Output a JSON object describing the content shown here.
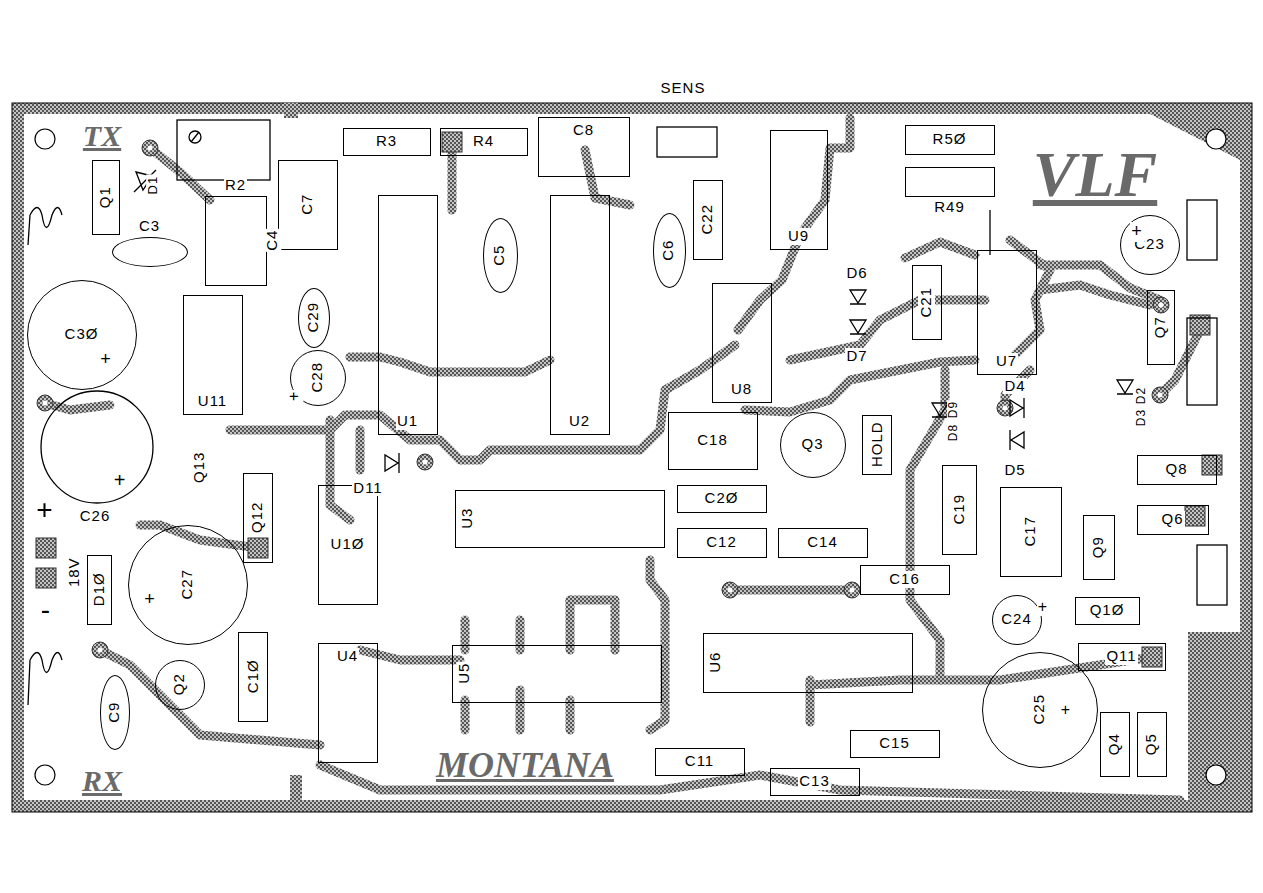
{
  "diagram": {
    "nodes": [
      {
        "text": [
          "Q1"
        ]
      },
      {
        "text": [
          "C3"
        ]
      },
      {
        "text": [
          "R2"
        ]
      },
      {
        "text": [
          "C7"
        ]
      },
      {
        "text": [
          "R3"
        ]
      },
      {
        "text": [
          "R4"
        ]
      },
      {
        "text": [
          "C8"
        ]
      },
      {
        "text": [
          "C22"
        ]
      },
      {
        "text": [
          "U9"
        ]
      },
      {
        "text": [
          "R5Ø"
        ]
      },
      {
        "text": [
          "R49"
        ]
      },
      {
        "text": [
          "C23"
        ]
      },
      {
        "text": [
          "C3Ø"
        ]
      },
      {
        "text": [
          "U11"
        ]
      },
      {
        "text": [
          "C29"
        ]
      },
      {
        "text": [
          "C28"
        ]
      },
      {
        "text": [
          "U1"
        ]
      },
      {
        "text": [
          "C5"
        ]
      },
      {
        "text": [
          "U2"
        ]
      },
      {
        "text": [
          "C6"
        ]
      },
      {
        "text": [
          "U8"
        ]
      },
      {
        "text": [
          "C21"
        ]
      },
      {
        "text": [
          "U7"
        ]
      },
      {
        "text": [
          "Q7"
        ]
      },
      {
        "text": [
          "C18"
        ]
      },
      {
        "text": [
          "Q3"
        ]
      },
      {
        "text": [
          "HOLD"
        ]
      },
      {
        "text": [
          "Q8"
        ]
      },
      {
        "text": [
          "C2Ø"
        ]
      },
      {
        "text": [
          "U3"
        ]
      },
      {
        "text": [
          "Q12"
        ]
      },
      {
        "text": [
          "C27"
        ]
      },
      {
        "text": [
          "D1Ø"
        ]
      },
      {
        "text": [
          "U1Ø"
        ]
      },
      {
        "text": [
          "C12"
        ]
      },
      {
        "text": [
          "C14"
        ]
      },
      {
        "text": [
          "C19"
        ]
      },
      {
        "text": [
          "C17"
        ]
      },
      {
        "text": [
          "Q9"
        ]
      },
      {
        "text": [
          "Q6"
        ]
      },
      {
        "text": [
          "C16"
        ]
      },
      {
        "text": [
          "U4"
        ]
      },
      {
        "text": [
          "U5"
        ]
      },
      {
        "text": [
          "U6"
        ]
      },
      {
        "text": [
          "C24"
        ]
      },
      {
        "text": [
          "Q1Ø"
        ]
      },
      {
        "text": [
          "Q11"
        ]
      },
      {
        "text": [
          "C1Ø"
        ]
      },
      {
        "text": [
          "Q2"
        ]
      },
      {
        "text": [
          "C9"
        ]
      },
      {
        "text": [
          "C11"
        ]
      },
      {
        "text": [
          "C15"
        ]
      },
      {
        "text": [
          "C13"
        ]
      },
      {
        "text": [
          "C25"
        ]
      },
      {
        "text": [
          "Q4"
        ]
      },
      {
        "text": [
          "Q5"
        ]
      }
    ],
    "labels": [
      "SENS",
      "TX",
      "D1",
      "C4",
      "VLF",
      "D6",
      "D7",
      "+",
      "+",
      "+",
      "D11",
      "D9",
      "D8",
      "D4",
      "D5",
      "D2",
      "D3",
      "Q13",
      "+",
      "C26",
      "+",
      "18V",
      "-",
      "+",
      "+",
      "+",
      "RX",
      "MONTANA"
    ]
  }
}
